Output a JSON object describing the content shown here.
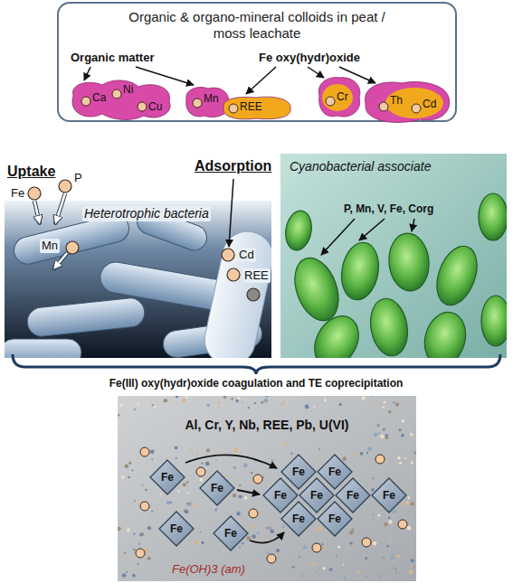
{
  "diagram": {
    "nodes": [
      {
        "text": [
          "Organic & organo-mineral colloids in peat / moss leachate"
        ]
      },
      {
        "text": [
          "Ca",
          "Ni",
          "Cu"
        ],
        "in": 0
      },
      {
        "text": [
          "Mn"
        ],
        "in": 0
      },
      {
        "text": [
          "REE"
        ],
        "in": 0
      },
      {
        "text": [
          "Cr"
        ],
        "in": 0
      },
      {
        "text": [
          "Th",
          "Cd"
        ],
        "in": 0
      },
      {
        "text": [
          "Heterotrophic bacteria"
        ]
      },
      {
        "text": [
          "Cyanobacterial associate",
          "P, Mn, V, Fe, Corg"
        ]
      },
      {
        "text": [
          "Al, Cr, Y, Nb, REE, Pb, U(VI)",
          "Fe(OH)3 (am)"
        ]
      }
    ],
    "labels": [
      "Organic matter",
      "Fe oxy(hydr)oxide",
      "Uptake",
      "Adsorption",
      "Fe",
      "P",
      "Mn",
      "Cd",
      "REE",
      "Fe(III) oxy(hydr)oxide coagulation and TE coprecipitation",
      "Fe",
      "Fe",
      "Fe",
      "Fe",
      "Fe",
      "Fe",
      "Fe",
      "Fe",
      "Fe",
      "Fe",
      "Fe",
      "Fe"
    ]
  }
}
